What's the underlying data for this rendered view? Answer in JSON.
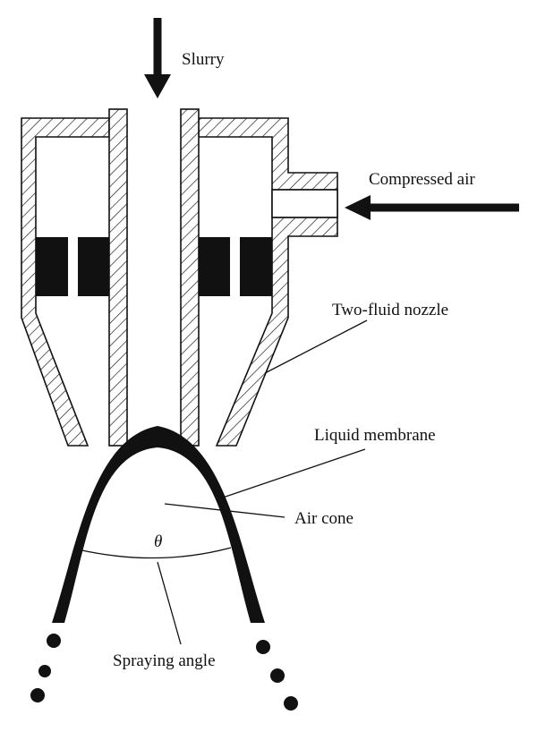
{
  "labels": {
    "slurry": "Slurry",
    "compressed_air": "Compressed air",
    "two_fluid_nozzle": "Two-fluid nozzle",
    "liquid_membrane": "Liquid membrane",
    "air_cone": "Air cone",
    "theta": "θ",
    "spraying_angle": "Spraying angle"
  },
  "colors": {
    "ink": "#111111",
    "background": "#ffffff"
  }
}
